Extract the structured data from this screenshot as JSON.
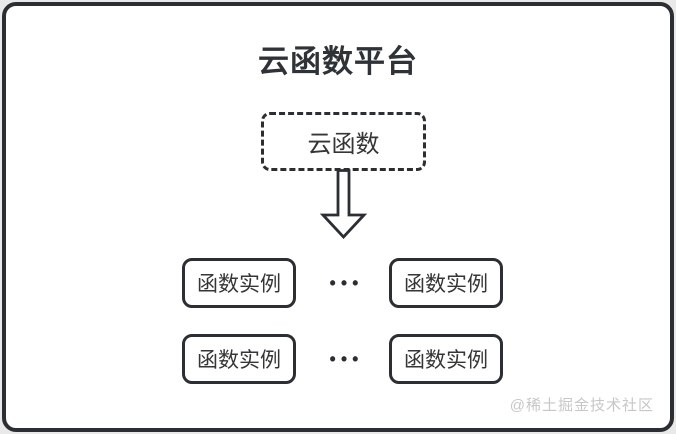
{
  "colors": {
    "page_background": "#e9e9e9",
    "card_background": "#ffffff",
    "line": "#2b2e33",
    "title_text": "#2f3338",
    "node_text": "#363636",
    "watermark_text": "#c7c7c7"
  },
  "diagram": {
    "title": "云函数平台",
    "root_node": {
      "label": "云函数"
    },
    "arrow_icon": "down-arrow",
    "rows": [
      {
        "left": "函数实例",
        "ellipsis": "•••",
        "right": "函数实例"
      },
      {
        "left": "函数实例",
        "ellipsis": "•••",
        "right": "函数实例"
      }
    ],
    "watermark": "@稀土掘金技术社区"
  }
}
